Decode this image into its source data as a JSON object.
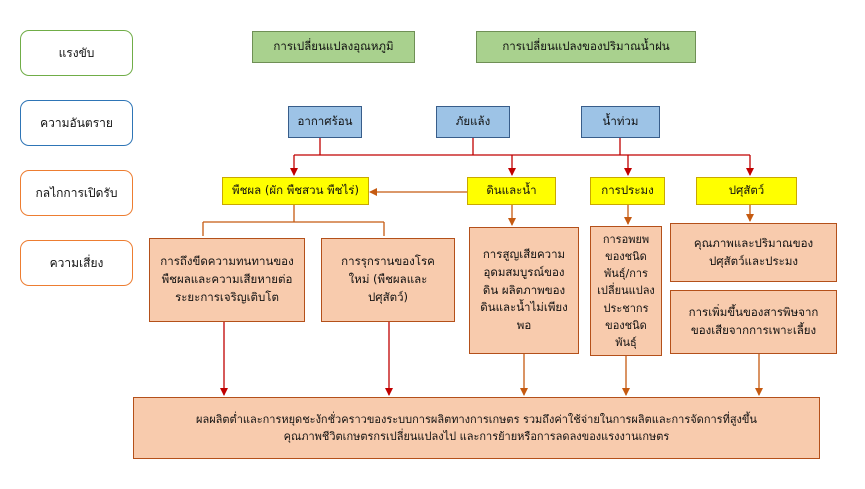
{
  "row_labels": {
    "driver": "แรงขับ",
    "hazard": "ความอันตราย",
    "mechanism": "กลไกการเปิดรับ",
    "risk": "ความเสี่ยง"
  },
  "drivers": {
    "temperature": "การเปลี่ยนแปลงอุณหภูมิ",
    "rainfall": "การเปลี่ยนแปลงของปริมาณน้ำฝน"
  },
  "hazards": {
    "heat": "อากาศร้อน",
    "drought": "ภัยแล้ง",
    "flood": "น้ำท่วม"
  },
  "mechanisms": {
    "crops": "พืชผล (ผัก พืชสวน พืชไร่)",
    "soil_water": "ดินและน้ำ",
    "fishery": "การประมง",
    "livestock": "ปศุสัตว์"
  },
  "risks": {
    "tolerance": "การถึงขีดความทนทานของพืชผลและความเสียหายต่อระยะการเจริญเติบโต",
    "disease": "การรุกรานของโรคใหม่ (พืชผลและปศุสัตว์)",
    "fertility": "การสูญเสียความอุดมสมบูรณ์ของดิน ผลิตภาพของดินและน้ำไม่เพียงพอ",
    "species": "การอพยพของชนิดพันธุ์/การเปลี่ยนแปลงประชากรของชนิดพันธุ์",
    "livestock_quality": "คุณภาพและปริมาณของปศุสัตว์และประมง",
    "toxins": "การเพิ่มขึ้นของสารพิษจากของเสียจากการเพาะเลี้ยง"
  },
  "outcome": {
    "line1": "ผลผลิตต่ำและการหยุดชะงักชั่วคราวของระบบการผลิตทางการเกษตร รวมถึงค่าใช้จ่ายในการผลิตและการจัดการที่สูงขึ้น",
    "line2": "คุณภาพชีวิตเกษตรกรเปลี่ยนแปลงไป และการย้ายหรือการลดลงของแรงงานเกษตร"
  },
  "colors": {
    "driver_row": "#70ad47",
    "hazard_row": "#2e75b6",
    "mechanism_row": "#ed7d31",
    "risk_row": "#ed7d31",
    "arrow_red": "#c00000",
    "arrow_orange": "#c55a11"
  }
}
